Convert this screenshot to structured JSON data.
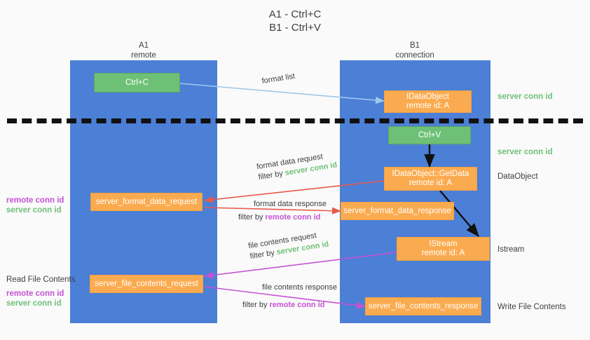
{
  "title": {
    "line1": "A1 - Ctrl+C",
    "line2": "B1 - Ctrl+V"
  },
  "lanes": [
    {
      "id": "a1",
      "name": "A1",
      "role": "remote"
    },
    {
      "id": "b1",
      "name": "B1",
      "role": "connection"
    }
  ],
  "boxes": {
    "ctrl_c": {
      "label": "Ctrl+C",
      "color": "#6ec077"
    },
    "ctrl_v": {
      "label": "Ctrl+V",
      "color": "#6ec077"
    },
    "idataobject": {
      "line1": "IDataObject",
      "line2": "remote id: A",
      "color": "#fbab4f"
    },
    "getdata": {
      "line1": "IDataObject::GetData",
      "line2": "remote id: A",
      "color": "#fbab4f"
    },
    "istream": {
      "line1": "IStream",
      "line2": "remote id: A",
      "color": "#fbab4f"
    },
    "server_format_data_request": {
      "label": "server_format_data_request",
      "color": "#fbab4f"
    },
    "server_format_data_response": {
      "label": "server_format_data_response",
      "color": "#fbab4f"
    },
    "server_file_contents_request": {
      "label": "server_file_contents_request",
      "color": "#fbab4f"
    },
    "server_file_contents_response": {
      "label": "server_file_contents_response",
      "color": "#fbab4f"
    }
  },
  "edges": {
    "format_list": {
      "label": "format list"
    },
    "format_data_request": {
      "label": "format data request",
      "filter_prefix": "filter by ",
      "filter_value": "server conn id",
      "filter_color": "#6ec077"
    },
    "format_data_response": {
      "label": "format data response",
      "filter_prefix": "filter by ",
      "filter_value": "remote conn id",
      "filter_color": "#c552d4"
    },
    "file_contents_request": {
      "label": "file contents request",
      "filter_prefix": "filter by ",
      "filter_value": "server conn id",
      "filter_color": "#6ec077"
    },
    "file_contents_response": {
      "label": "file contents response",
      "filter_prefix": "filter by ",
      "filter_value": "remote conn id",
      "filter_color": "#c552d4"
    }
  },
  "right_labels": {
    "server_conn_id_top": "server conn id",
    "server_conn_id_mid": "server conn id",
    "dataobject": "DataObject",
    "istream": "Istream",
    "write_file_contents": "Write File Contents"
  },
  "left_labels": {
    "remote_conn_id_upper": "remote conn id",
    "server_conn_id_upper": "server conn id",
    "read_file_contents": "Read File Contents",
    "remote_conn_id_lower": "remote conn id",
    "server_conn_id_lower": "server conn id"
  },
  "colors": {
    "lane": "#4c7fd6",
    "green": "#6ec077",
    "orange": "#fbab4f",
    "magenta": "#c552d4",
    "red": "#e8594a",
    "lightblue": "#9fc8ea",
    "divider": "#111111",
    "background": "#fafafa"
  }
}
